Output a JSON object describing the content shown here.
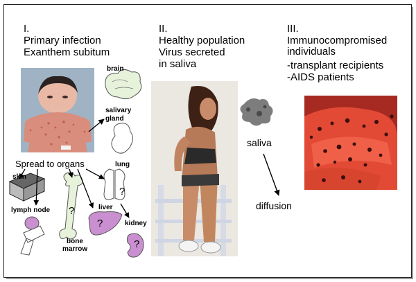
{
  "section1": {
    "number": "I.",
    "title": "Primary infection",
    "subtitle": "Exanthem subitum",
    "spread_label": "Spread to organs",
    "organs": {
      "brain": "brain",
      "salivary": "salivary gland",
      "skin": "skin",
      "lymph_node": "lymph node",
      "bone_marrow": "bone marrow",
      "liver": "liver",
      "lung": "lung",
      "kidney": "kidney"
    },
    "question_mark": "?"
  },
  "section2": {
    "number": "II.",
    "title": "Healthy population",
    "subtitle_line1": "Virus secreted",
    "subtitle_line2": "in saliva",
    "saliva": "saliva",
    "diffusion": "diffusion"
  },
  "section3": {
    "number": "III.",
    "title_line1": "Immunocompromised",
    "title_line2": "individuals",
    "item1": "-transplant recipients",
    "item2": "-AIDS patients"
  },
  "colors": {
    "accent_blue": "#2f5fc4",
    "organ_purple": "#c98fd0",
    "organ_green": "#dff0cf",
    "skin_red": "#e8503a"
  }
}
